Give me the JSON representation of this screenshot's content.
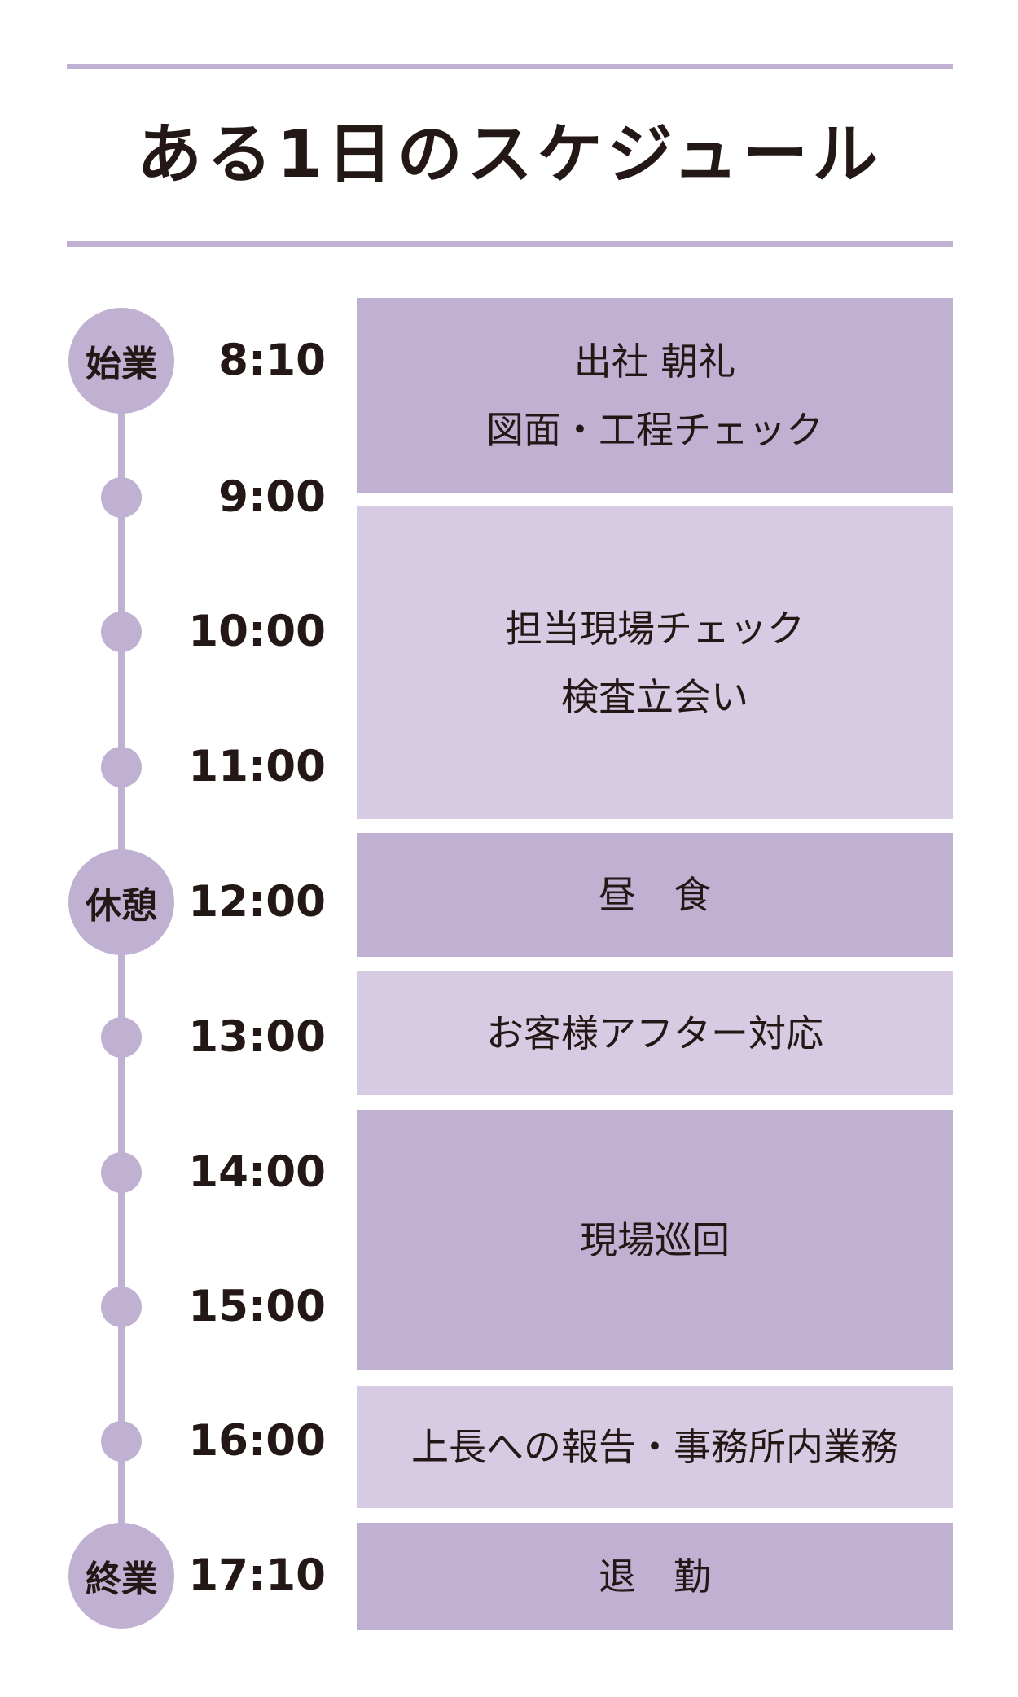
{
  "title": "ある1日のスケジュール",
  "markers": {
    "start": "始業",
    "break": "休憩",
    "end": "終業"
  },
  "times": [
    "8:10",
    "9:00",
    "10:00",
    "11:00",
    "12:00",
    "13:00",
    "14:00",
    "15:00",
    "16:00",
    "17:10"
  ],
  "blocks": [
    {
      "lines": [
        "出社 朝礼",
        "図面・工程チェック"
      ]
    },
    {
      "lines": [
        "担当現場チェック",
        "検査立会い"
      ]
    },
    {
      "lines": [
        "昼　食"
      ]
    },
    {
      "lines": [
        "お客様アフター対応"
      ]
    },
    {
      "lines": [
        "現場巡回"
      ]
    },
    {
      "lines": [
        "上長への報告・事務所内業務"
      ]
    },
    {
      "lines": [
        "退　勤"
      ]
    }
  ],
  "colors": {
    "dark_block": "#c0b1d2",
    "light_block": "#d6cbe2",
    "text": "#231815"
  }
}
